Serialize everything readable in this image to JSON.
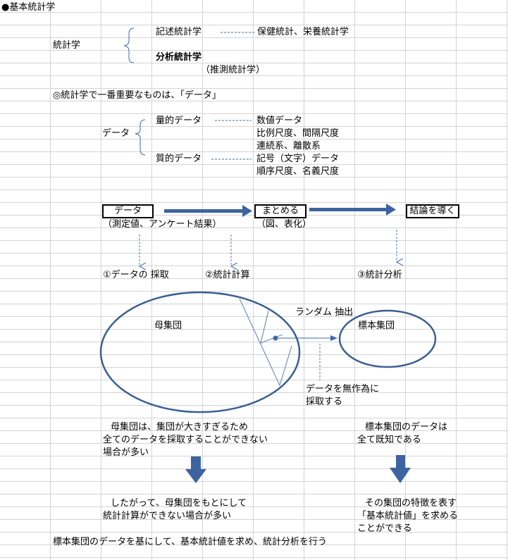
{
  "title": "●基本統計学",
  "stats": {
    "root": "統計学",
    "descriptive": "記述統計学",
    "descriptive_examples": "保健統計、栄養統計学",
    "analytical": "分析統計学",
    "analytical_note": "（推測統計学）"
  },
  "important_note": "◎統計学で一番重要なものは、「データ」",
  "data_types": {
    "root": "データ",
    "quantitative": "量的データ",
    "quantitative_items": [
      "数値データ",
      "比例尺度、間隔尺度",
      "連続系、離散系"
    ],
    "qualitative": "質的データ",
    "qualitative_items": [
      "記号（文字）データ",
      "順序尺度、名義尺度"
    ]
  },
  "flow": {
    "step1_box": "データ",
    "step1_note": "（測定値、アンケート結果）",
    "step2_box": "まとめる",
    "step2_note": "（図、表化）",
    "step3_box": "結論を導く",
    "labels": [
      "①データの 採取",
      "②統計計算",
      "③統計分析"
    ]
  },
  "sampling": {
    "population": "母集団",
    "sample": "標本集団",
    "random_label": "ランダム 抽出",
    "random_note": [
      "データを無作為に",
      "採取する"
    ]
  },
  "explanations": {
    "population_text": [
      "母集団は、集団が大きすぎるため",
      "全てのデータを採取することができない",
      "場合が多い"
    ],
    "sample_text": [
      "標本集団のデータは",
      "全て既知である"
    ],
    "population_result": [
      "したがって、母集団をもとにして",
      "統計計算ができない場合が多い"
    ],
    "sample_result": [
      "その集団の特徴を表す",
      "「基本統計値」を求める",
      "ことができる"
    ]
  },
  "conclusion": "標本集団のデータを基にして、基本統計値を求め、統計分析を行う",
  "colors": {
    "accent": "#3f69a6",
    "grid": "#d4d4d4"
  }
}
